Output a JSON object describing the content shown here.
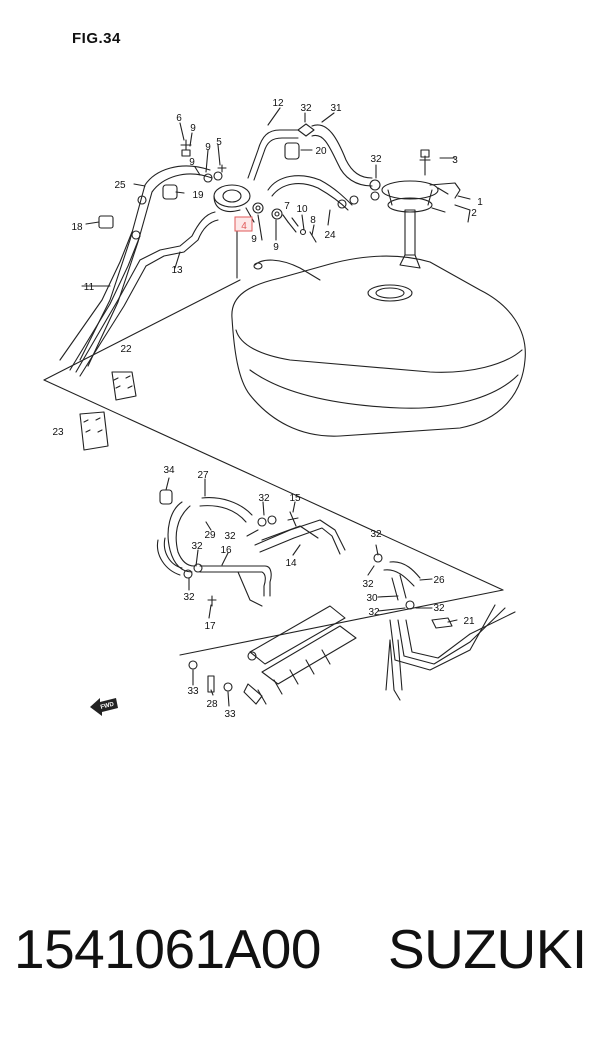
{
  "figure_title": "FIG.34",
  "callouts": [
    "1",
    "2",
    "3",
    "4",
    "5",
    "6",
    "7",
    "8",
    "9",
    "10",
    "11",
    "12",
    "13",
    "14",
    "15",
    "16",
    "17",
    "18",
    "19",
    "20",
    "21",
    "22",
    "23",
    "24",
    "25",
    "26",
    "27",
    "28",
    "29",
    "30",
    "31",
    "32",
    "33",
    "34"
  ],
  "highlighted_callout": "4",
  "fwd_label": "FWD",
  "part_number": "1541061A00",
  "brand": "SUZUKI",
  "colors": {
    "line": "#222222",
    "highlight": "#e05a5a",
    "highlight_fill": "#fde8e8"
  }
}
